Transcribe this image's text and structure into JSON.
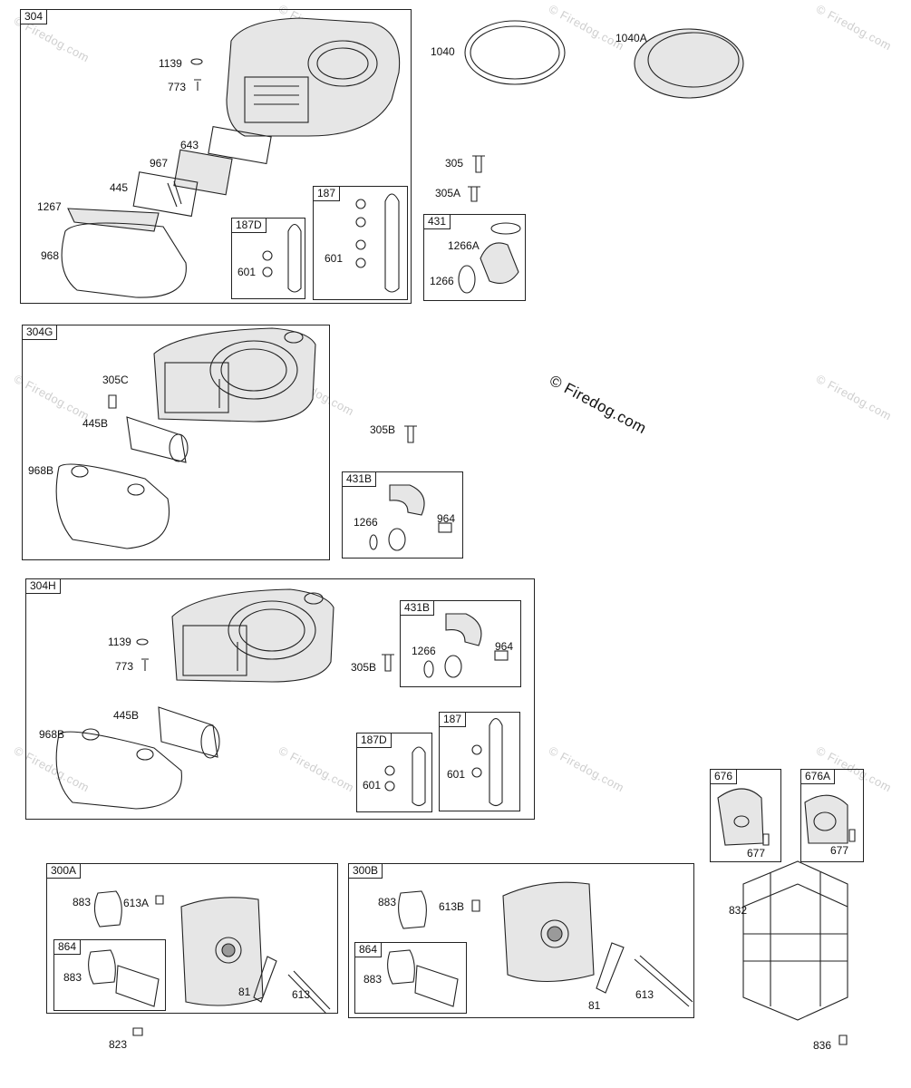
{
  "watermark": {
    "text": "© Firedog.com"
  },
  "panels": {
    "p304": {
      "tag": "304",
      "labels": [
        "1139",
        "773",
        "643",
        "967",
        "445",
        "1267",
        "968"
      ]
    },
    "p187D_a": {
      "tag": "187D",
      "labels": [
        "601"
      ]
    },
    "p187_a": {
      "tag": "187",
      "labels": [
        "601"
      ]
    },
    "p431": {
      "tag": "431",
      "labels": [
        "1266A",
        "1266"
      ]
    },
    "p304G": {
      "tag": "304G",
      "labels": [
        "305C",
        "445B",
        "968B"
      ]
    },
    "p431B_a": {
      "tag": "431B",
      "labels": [
        "1266",
        "964"
      ]
    },
    "p304H": {
      "tag": "304H",
      "labels": [
        "1139",
        "773",
        "305B",
        "445B",
        "968B"
      ]
    },
    "p431B_b": {
      "tag": "431B",
      "labels": [
        "1266",
        "964"
      ]
    },
    "p187D_b": {
      "tag": "187D",
      "labels": [
        "601"
      ]
    },
    "p187_b": {
      "tag": "187",
      "labels": [
        "601"
      ]
    },
    "p676": {
      "tag": "676",
      "labels": [
        "677"
      ]
    },
    "p676A": {
      "tag": "676A",
      "labels": [
        "677"
      ]
    },
    "p300A": {
      "tag": "300A",
      "labels": [
        "883",
        "613A",
        "81",
        "613"
      ]
    },
    "p864_a": {
      "tag": "864",
      "labels": [
        "883"
      ]
    },
    "p300B": {
      "tag": "300B",
      "labels": [
        "883",
        "613B",
        "81",
        "613"
      ]
    },
    "p864_b": {
      "tag": "864",
      "labels": [
        "883"
      ]
    }
  },
  "loose_parts": [
    "1040",
    "1040A",
    "305",
    "305A",
    "305B",
    "823",
    "832",
    "836"
  ]
}
